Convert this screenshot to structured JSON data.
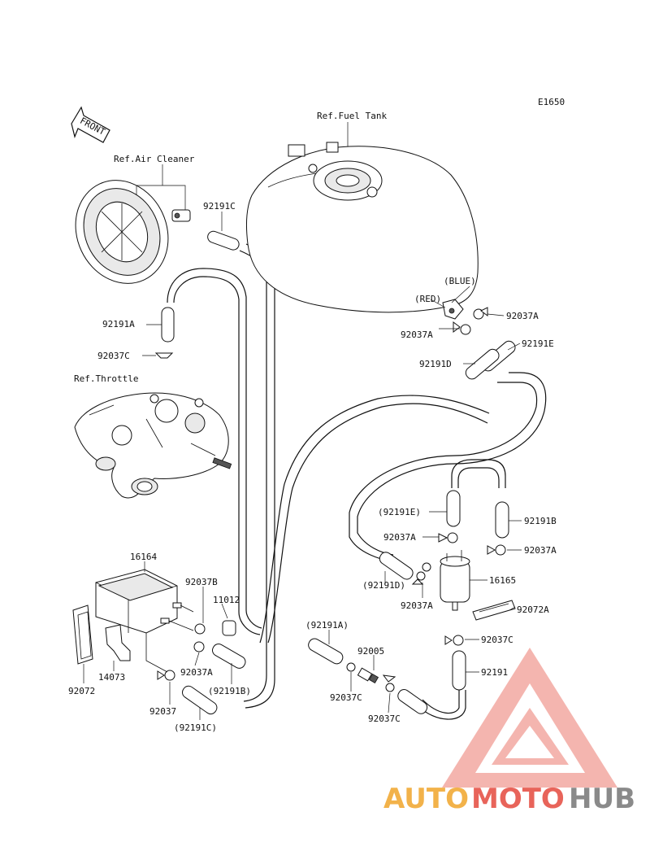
{
  "diagram": {
    "code": "E1650",
    "front_label": "FRONT",
    "refs": {
      "fuel_tank": "Ref.Fuel Tank",
      "air_cleaner": "Ref.Air Cleaner",
      "throttle": "Ref.Throttle"
    },
    "colors_text": {
      "blue": "(BLUE)",
      "red": "(RED)"
    },
    "parts": {
      "p92191C_top": "92191C",
      "p92191A": "92191A",
      "p92037C_left": "92037C",
      "p92037A_tank_r": "92037A",
      "p92037A_tank_l": "92037A",
      "p92191E": "92191E",
      "p92191D": "92191D",
      "p92191E_paren": "(92191E)",
      "p92191B": "92191B",
      "p92037A_mid_l": "92037A",
      "p92037A_mid_r": "92037A",
      "p92191D_paren": "(92191D)",
      "p16165": "16165",
      "p92037A_lower": "92037A",
      "p92072A": "92072A",
      "p16164": "16164",
      "p92037B": "92037B",
      "p11012": "11012",
      "p92037A_canister": "92037A",
      "p14073": "14073",
      "p92072": "92072",
      "p92191B_paren": "(92191B)",
      "p92037": "92037",
      "p92191C_paren": "(92191C)",
      "p92191A_paren": "(92191A)",
      "p92005": "92005",
      "p92037C_mid": "92037C",
      "p92037C_low": "92037C",
      "p92037C_right": "92037C",
      "p92191": "92191"
    }
  },
  "watermark": {
    "part1": "AUTO",
    "part2": "MOTO",
    "part3": "HUB",
    "colors": {
      "orange": "#f2b24a",
      "red": "#e8645a",
      "gray": "#8a8a8a",
      "triangle": "#f0a39c"
    }
  }
}
